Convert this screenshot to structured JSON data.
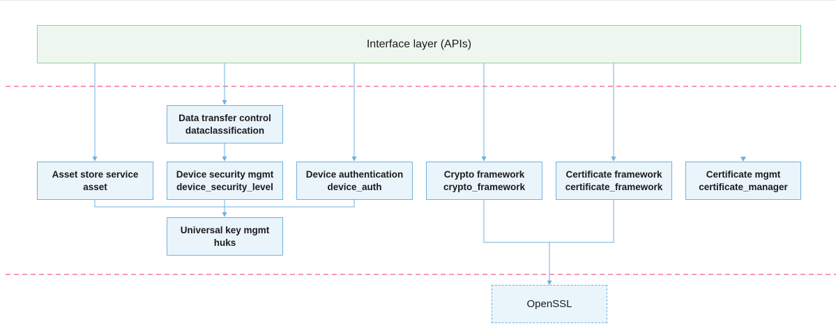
{
  "interface_layer": {
    "label": "Interface layer (APIs)"
  },
  "modules": {
    "data_transfer": {
      "title": "Data transfer control",
      "name": "dataclassification"
    },
    "asset": {
      "title": "Asset store service",
      "name": "asset"
    },
    "device_security": {
      "title": "Device security mgmt",
      "name": "device_security_level"
    },
    "device_auth": {
      "title": "Device authentication",
      "name": "device_auth"
    },
    "crypto": {
      "title": "Crypto framework",
      "name": "crypto_framework"
    },
    "certificate_fw": {
      "title": "Certificate framework",
      "name": "certificate_framework"
    },
    "certificate_mgr": {
      "title": "Certificate mgmt",
      "name": "certificate_manager"
    },
    "huks": {
      "title": "Universal key mgmt",
      "name": "huks"
    }
  },
  "openssl": {
    "label": "OpenSSL"
  },
  "colors": {
    "interface_fill": "#eef7ef",
    "interface_border": "#8fcf98",
    "module_fill": "#eaf4fb",
    "module_border": "#6fb1de",
    "connector": "#6fb1de",
    "layer_divider": "#f05a86"
  }
}
